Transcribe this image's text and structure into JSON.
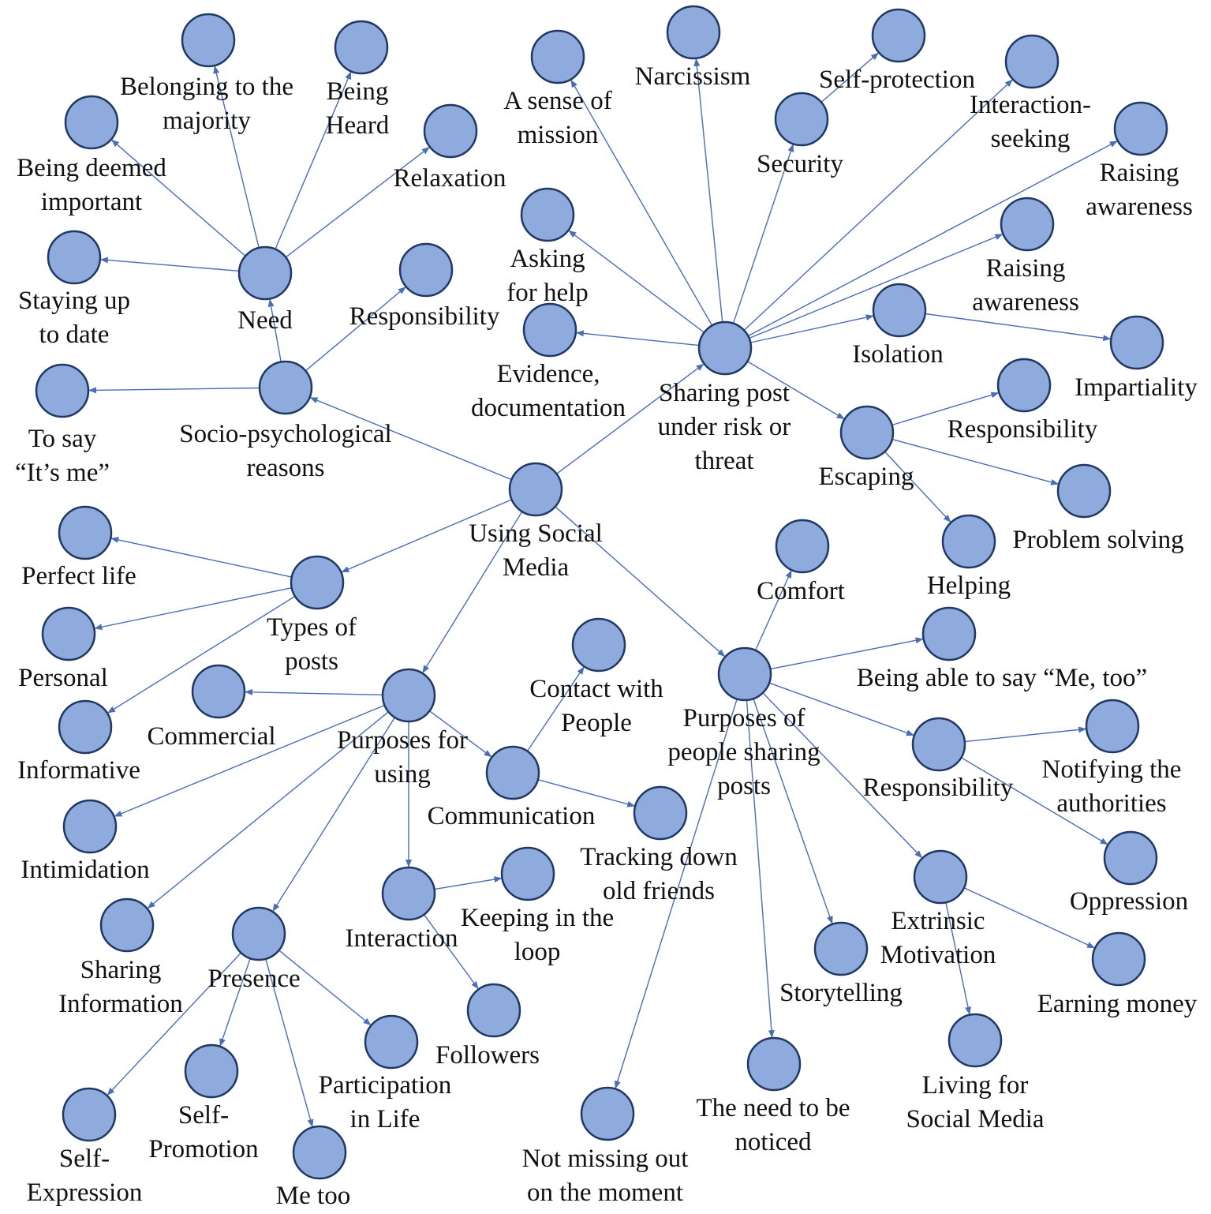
{
  "diagram": {
    "type": "concept-map",
    "colors": {
      "node_fill": "#8faadc",
      "node_stroke": "#1f3864",
      "edge": "#4a6db5",
      "text": "#111111"
    },
    "nodes": [
      {
        "id": "using",
        "label": [
          "Using Social",
          "Media"
        ]
      },
      {
        "id": "sharing",
        "label": [
          "Sharing post",
          "under risk or",
          "threat"
        ]
      },
      {
        "id": "socio",
        "label": [
          "Socio-psychological",
          "reasons"
        ]
      },
      {
        "id": "types",
        "label": [
          "Types of",
          "posts"
        ]
      },
      {
        "id": "purposes",
        "label": [
          "Purposes for",
          "using"
        ]
      },
      {
        "id": "ppl",
        "label": [
          "Purposes of",
          "people sharing",
          "posts"
        ]
      },
      {
        "id": "need",
        "label": [
          "Need"
        ]
      },
      {
        "id": "belonging",
        "label": [
          "Belonging to the",
          "majority"
        ]
      },
      {
        "id": "heard",
        "label": [
          "Being",
          "Heard"
        ]
      },
      {
        "id": "relax",
        "label": [
          "Relaxation"
        ]
      },
      {
        "id": "important",
        "label": [
          "Being deemed",
          "important"
        ]
      },
      {
        "id": "uptodate",
        "label": [
          "Staying up",
          "to date"
        ]
      },
      {
        "id": "resp1",
        "label": [
          "Responsibility"
        ]
      },
      {
        "id": "itsme",
        "label": [
          "To say",
          "“It’s me”"
        ]
      },
      {
        "id": "mission",
        "label": [
          "A sense of",
          "mission"
        ]
      },
      {
        "id": "narc",
        "label": [
          "Narcissism"
        ]
      },
      {
        "id": "security",
        "label": [
          "Security"
        ]
      },
      {
        "id": "selfprot",
        "label": [
          "Self-protection"
        ]
      },
      {
        "id": "interseek",
        "label": [
          "Interaction-",
          "seeking"
        ]
      },
      {
        "id": "aware1",
        "label": [
          "Raising",
          "awareness"
        ]
      },
      {
        "id": "aware2",
        "label": [
          "Raising",
          "awareness"
        ]
      },
      {
        "id": "askhelp",
        "label": [
          "Asking",
          "for help"
        ]
      },
      {
        "id": "evidence",
        "label": [
          "Evidence,",
          "documentation"
        ]
      },
      {
        "id": "isolation",
        "label": [
          "Isolation"
        ]
      },
      {
        "id": "impartial",
        "label": [
          "Impartiality"
        ]
      },
      {
        "id": "escaping",
        "label": [
          "Escaping"
        ]
      },
      {
        "id": "resp2",
        "label": [
          "Responsibility"
        ]
      },
      {
        "id": "problem",
        "label": [
          "Problem solving"
        ]
      },
      {
        "id": "helping",
        "label": [
          "Helping"
        ]
      },
      {
        "id": "perfect",
        "label": [
          "Perfect life"
        ]
      },
      {
        "id": "personal",
        "label": [
          "Personal"
        ]
      },
      {
        "id": "informative",
        "label": [
          "Informative"
        ]
      },
      {
        "id": "commercial",
        "label": [
          "Commercial"
        ]
      },
      {
        "id": "intimidation",
        "label": [
          "Intimidation"
        ]
      },
      {
        "id": "sharinginfo",
        "label": [
          "Sharing",
          "Information"
        ]
      },
      {
        "id": "presence",
        "label": [
          "Presence"
        ]
      },
      {
        "id": "selfexp",
        "label": [
          "Self-",
          "Expression"
        ]
      },
      {
        "id": "selfpromo",
        "label": [
          "Self-",
          "Promotion"
        ]
      },
      {
        "id": "metoo",
        "label": [
          "Me too"
        ]
      },
      {
        "id": "particip",
        "label": [
          "Participation",
          "in Life"
        ]
      },
      {
        "id": "interaction",
        "label": [
          "Interaction"
        ]
      },
      {
        "id": "keeploop",
        "label": [
          "Keeping in the",
          "loop"
        ]
      },
      {
        "id": "followers",
        "label": [
          "Followers"
        ]
      },
      {
        "id": "communication",
        "label": [
          "Communication"
        ]
      },
      {
        "id": "contact",
        "label": [
          "Contact with",
          "People"
        ]
      },
      {
        "id": "tracking",
        "label": [
          "Tracking down",
          "old friends"
        ]
      },
      {
        "id": "comfort",
        "label": [
          "Comfort"
        ]
      },
      {
        "id": "metoosay",
        "label": [
          "Being able to say “Me, too”"
        ]
      },
      {
        "id": "resp3",
        "label": [
          "Responsibility"
        ]
      },
      {
        "id": "notify",
        "label": [
          "Notifying the",
          "authorities"
        ]
      },
      {
        "id": "oppression",
        "label": [
          "Oppression"
        ]
      },
      {
        "id": "extrinsic",
        "label": [
          "Extrinsic",
          "Motivation"
        ]
      },
      {
        "id": "money",
        "label": [
          "Earning money"
        ]
      },
      {
        "id": "living",
        "label": [
          "Living for",
          "Social Media"
        ]
      },
      {
        "id": "storytelling",
        "label": [
          "Storytelling"
        ]
      },
      {
        "id": "noticed",
        "label": [
          "The need to be",
          "noticed"
        ]
      },
      {
        "id": "missing",
        "label": [
          "Not missing out",
          "on the moment"
        ]
      }
    ],
    "edges": [
      [
        "using",
        "sharing"
      ],
      [
        "using",
        "socio"
      ],
      [
        "using",
        "types"
      ],
      [
        "using",
        "purposes"
      ],
      [
        "using",
        "ppl"
      ],
      [
        "socio",
        "need"
      ],
      [
        "socio",
        "resp1"
      ],
      [
        "socio",
        "itsme"
      ],
      [
        "need",
        "belonging"
      ],
      [
        "need",
        "heard"
      ],
      [
        "need",
        "relax"
      ],
      [
        "need",
        "important"
      ],
      [
        "need",
        "uptodate"
      ],
      [
        "sharing",
        "mission"
      ],
      [
        "sharing",
        "narc"
      ],
      [
        "sharing",
        "security"
      ],
      [
        "sharing",
        "interseek"
      ],
      [
        "sharing",
        "aware1"
      ],
      [
        "sharing",
        "aware2"
      ],
      [
        "sharing",
        "askhelp"
      ],
      [
        "sharing",
        "evidence"
      ],
      [
        "sharing",
        "isolation"
      ],
      [
        "sharing",
        "escaping"
      ],
      [
        "security",
        "selfprot"
      ],
      [
        "isolation",
        "impartial"
      ],
      [
        "escaping",
        "resp2"
      ],
      [
        "escaping",
        "problem"
      ],
      [
        "escaping",
        "helping"
      ],
      [
        "types",
        "perfect"
      ],
      [
        "types",
        "personal"
      ],
      [
        "types",
        "informative"
      ],
      [
        "purposes",
        "commercial"
      ],
      [
        "purposes",
        "intimidation"
      ],
      [
        "purposes",
        "sharinginfo"
      ],
      [
        "purposes",
        "presence"
      ],
      [
        "purposes",
        "interaction"
      ],
      [
        "purposes",
        "communication"
      ],
      [
        "presence",
        "selfexp"
      ],
      [
        "presence",
        "selfpromo"
      ],
      [
        "presence",
        "metoo"
      ],
      [
        "presence",
        "particip"
      ],
      [
        "interaction",
        "keeploop"
      ],
      [
        "interaction",
        "followers"
      ],
      [
        "communication",
        "contact"
      ],
      [
        "communication",
        "tracking"
      ],
      [
        "ppl",
        "comfort"
      ],
      [
        "ppl",
        "metoosay"
      ],
      [
        "ppl",
        "resp3"
      ],
      [
        "ppl",
        "extrinsic"
      ],
      [
        "ppl",
        "storytelling"
      ],
      [
        "ppl",
        "noticed"
      ],
      [
        "ppl",
        "missing"
      ],
      [
        "resp3",
        "notify"
      ],
      [
        "resp3",
        "oppression"
      ],
      [
        "extrinsic",
        "money"
      ],
      [
        "extrinsic",
        "living"
      ]
    ]
  }
}
